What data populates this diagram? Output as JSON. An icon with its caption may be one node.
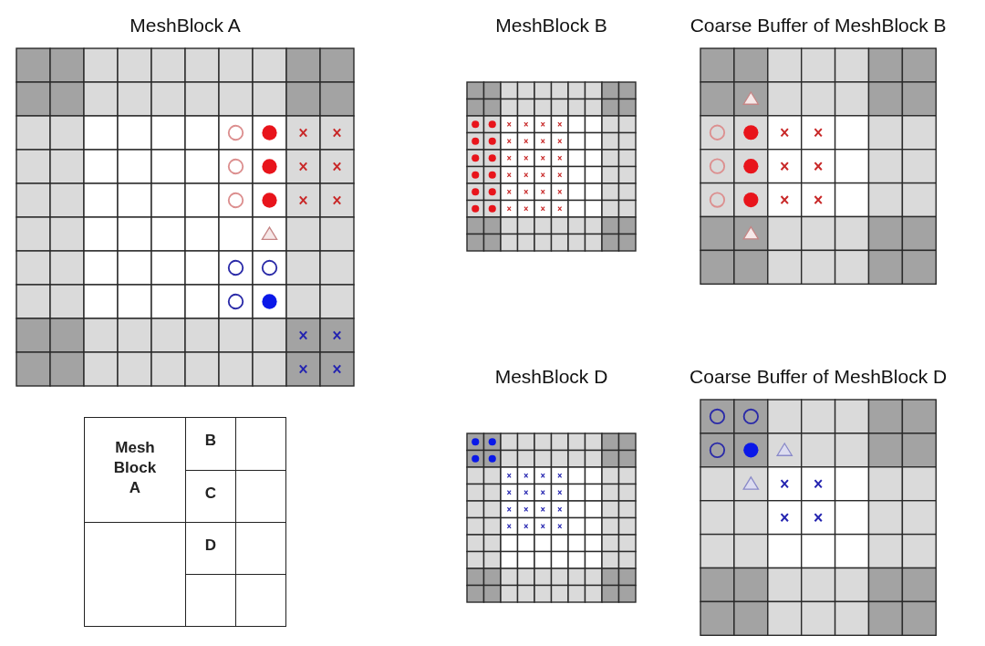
{
  "diagram": {
    "nodes": [
      {
        "text": [
          "MeshBlock A"
        ]
      },
      {
        "text": [
          "MeshBlock B"
        ]
      },
      {
        "text": [
          "Coarse Buffer of MeshBlock B"
        ]
      },
      {
        "text": [
          "MeshBlock D"
        ]
      },
      {
        "text": [
          "Coarse Buffer of MeshBlock D"
        ]
      },
      {
        "text": [
          "Mesh Block A"
        ]
      },
      {
        "text": [
          "B"
        ]
      },
      {
        "text": [],
        "shape": "box"
      },
      {
        "text": [
          "C"
        ]
      },
      {
        "text": [],
        "shape": "box"
      },
      {
        "text": [],
        "shape": "box"
      },
      {
        "text": [
          "D"
        ]
      },
      {
        "text": [],
        "shape": "box"
      },
      {
        "text": [],
        "shape": "box"
      },
      {
        "text": [],
        "shape": "box"
      }
    ],
    "edges": []
  }
}
